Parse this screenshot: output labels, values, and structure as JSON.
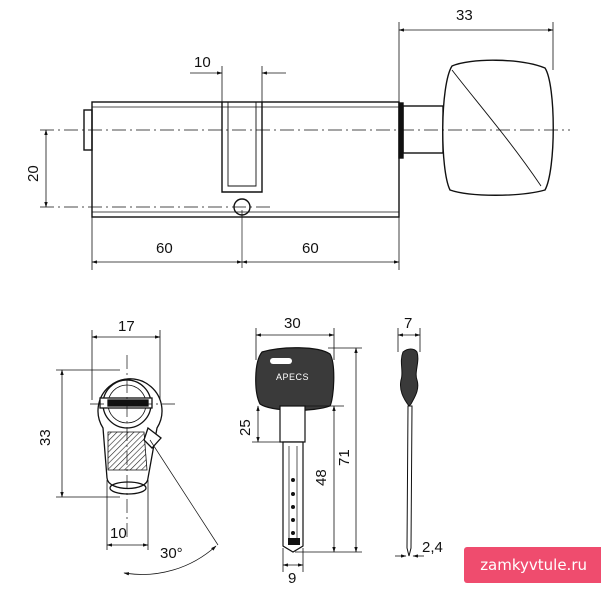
{
  "top_view": {
    "dim_knob_length": "33",
    "dim_cam_width": "10",
    "dim_height": "20",
    "dim_left_length": "60",
    "dim_right_length": "60"
  },
  "front_view": {
    "dim_width": "17",
    "dim_height": "33",
    "dim_cam_offset": "10",
    "dim_angle": "30°"
  },
  "key_view": {
    "brand": "APECS",
    "dim_head_width": "30",
    "dim_grip": "25",
    "dim_blade": "48",
    "dim_total": "71",
    "dim_blade_width": "9"
  },
  "key_side_view": {
    "dim_head_thickness": "7",
    "dim_blade_thickness": "2,4"
  },
  "watermark": "zamkyvtule.ru"
}
